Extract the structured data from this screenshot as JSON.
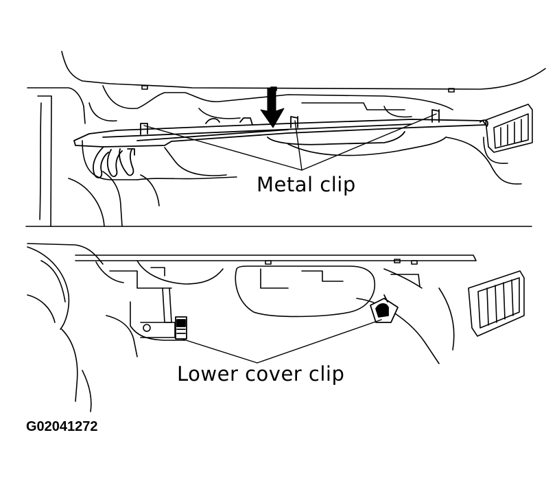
{
  "labels": {
    "metal_clip": "Metal clip",
    "lower_cover_clip": "Lower cover clip",
    "figure_code": "G02041272"
  },
  "colors": {
    "line": "#000000",
    "background": "#ffffff"
  }
}
